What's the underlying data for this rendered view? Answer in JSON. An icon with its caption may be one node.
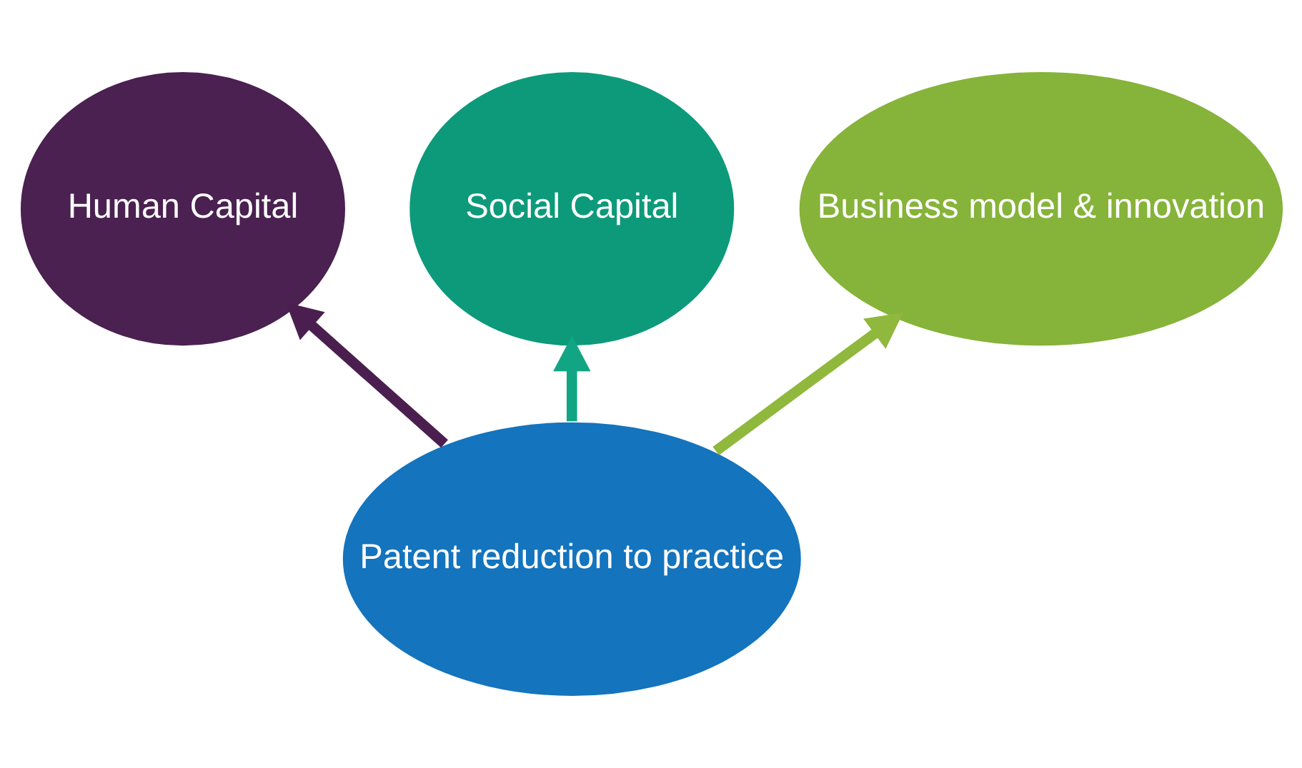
{
  "diagram": {
    "nodes": [
      {
        "text": [
          "Social Capital"
        ]
      },
      {
        "text": [
          "Human Capital"
        ]
      },
      {
        "text": [
          "Patent reduction to practice"
        ]
      },
      {
        "text": [
          "Business model & innovation"
        ]
      }
    ],
    "edges": [
      {
        "from": 2,
        "to": 0,
        "arrow": "to",
        "color": "#12a584"
      },
      {
        "from": 2,
        "to": 1,
        "arrow": "to",
        "color": "#4a1f4f"
      },
      {
        "from": 2,
        "to": 3,
        "arrow": "to",
        "color": "#8fb83c"
      }
    ]
  }
}
